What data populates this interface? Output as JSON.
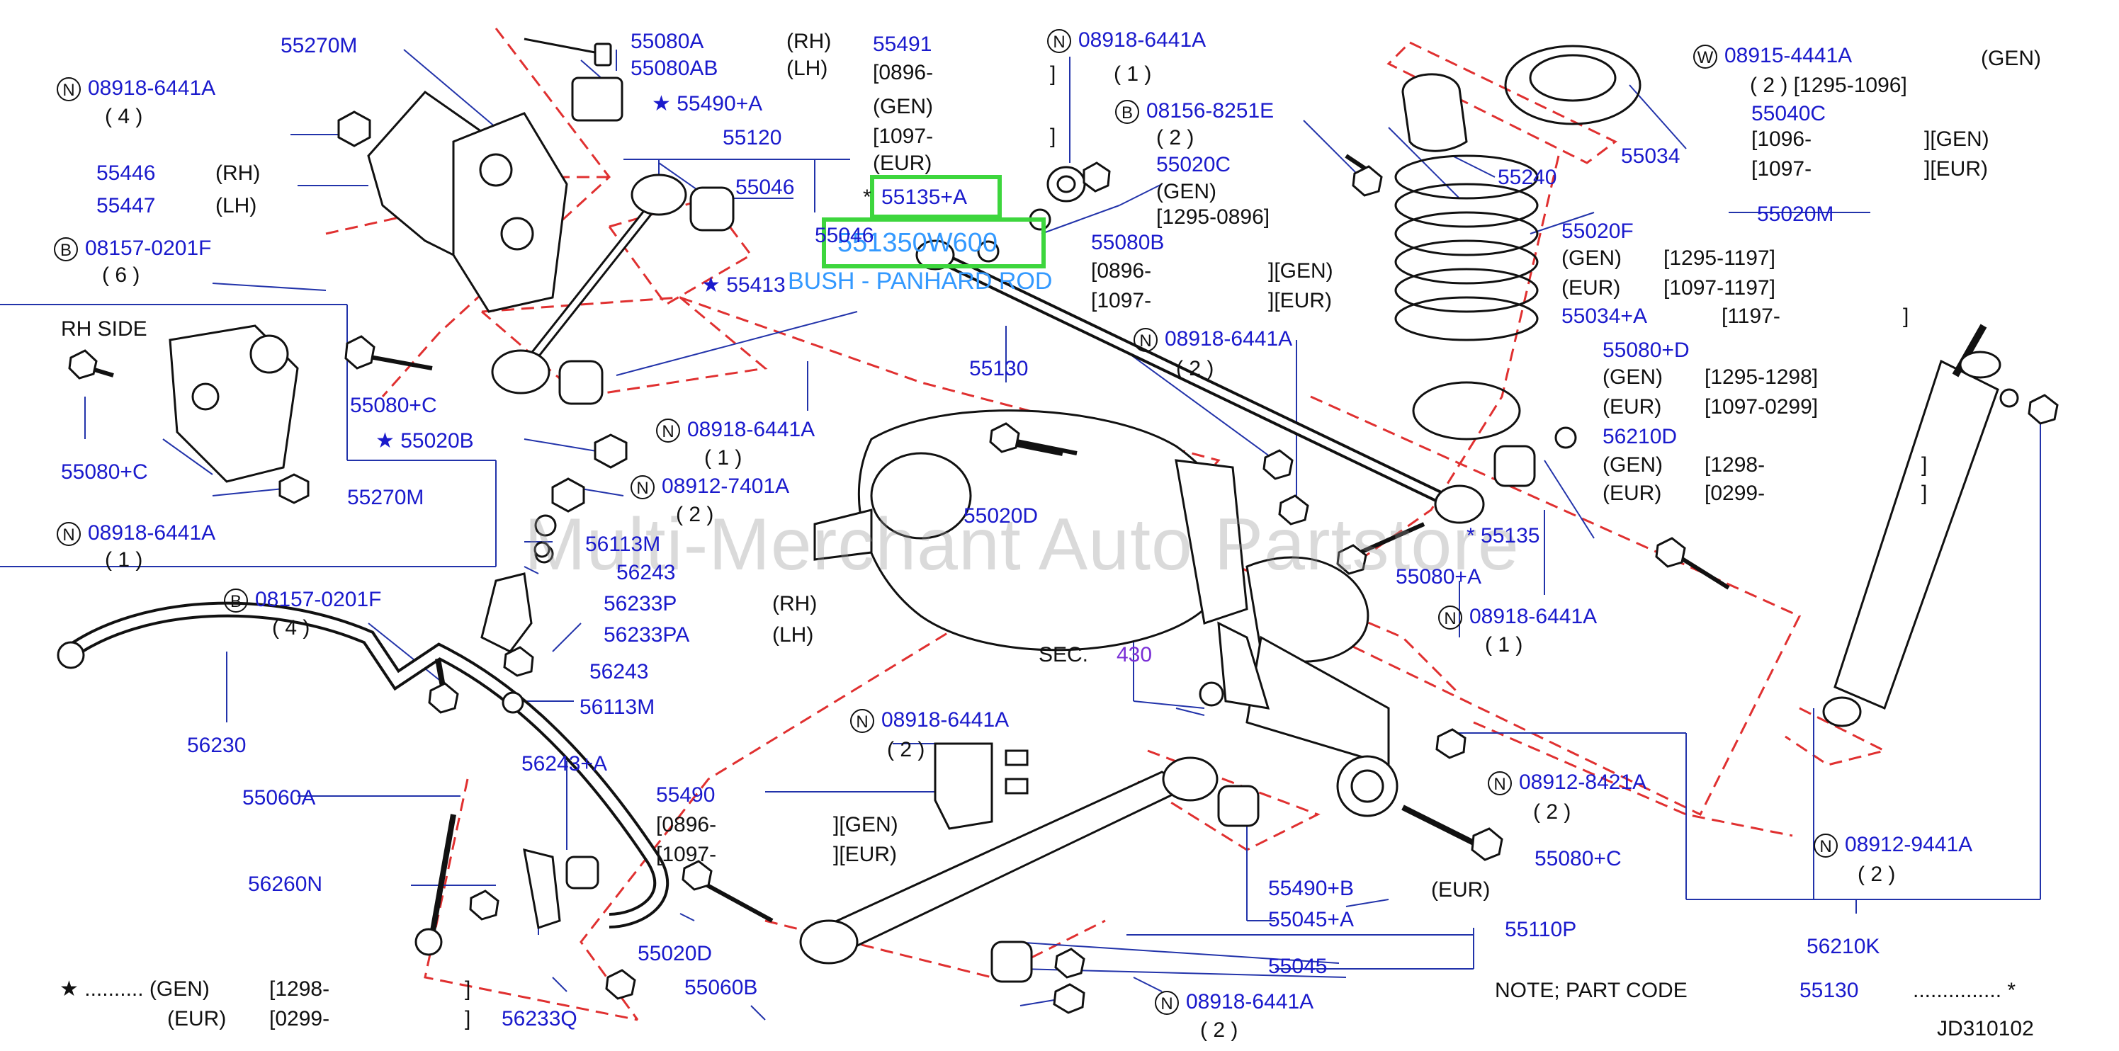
{
  "diagram_code": "JD310102",
  "watermark": "Multi-Merchant Auto Partstore",
  "highlight": {
    "code": "551350W600",
    "part": "55135+A",
    "description": "BUSH - PANHARD ROD",
    "marker": "*"
  },
  "labels": {
    "p55270M_top": "55270M",
    "p55080A": "55080A",
    "p55080AB": "55080AB",
    "rh1": "(RH)",
    "lh1": "(LH)",
    "p55491": "55491",
    "p55491_r1": "[0896-",
    "p55491_r2": "(GEN)",
    "p55491_r3": "[1097-",
    "p55491_r4": "(EUR)",
    "n_top_sym": "N",
    "n_top": "08918-6441A",
    "n_top_qty": "( 1 )",
    "n_top_bracket": "]",
    "n_top_bracket2": "]",
    "w_sym": "W",
    "w_code": "08915-4441A",
    "w_gen": "(GEN)",
    "w_qty": "( 2 ) [1295-1096]",
    "p55040C": "55040C",
    "p55040C_r1": "[1096-",
    "p55040C_g1": "][GEN)",
    "p55040C_r2": "[1097-",
    "p55040C_g2": "][EUR)",
    "n_left_sym": "N",
    "n_left": "08918-6441A",
    "n_left_qty": "( 4 )",
    "star_55490A": "★ 55490+A",
    "p55120": "55120",
    "b_sym1": "B",
    "b_code1": "08156-8251E",
    "b_qty1": "( 2 )",
    "p55020C": "55020C",
    "p55020C_gen": "(GEN)",
    "p55020C_r": "[1295-0896]",
    "p55034": "55034",
    "p55240": "55240",
    "p55446": "55446",
    "p55446_rh": "(RH)",
    "p55447": "55447",
    "p55447_lh": "(LH)",
    "p55046": "55046",
    "p55046b": "55046",
    "p55020M": "55020M",
    "b_sym2": "B",
    "b_code2": "08157-0201F",
    "b_qty2": "( 6 )",
    "p55080B": "55080B",
    "p55080B_r1": "[0896-",
    "p55080B_g1": "][GEN)",
    "p55080B_r2": "[1097-",
    "p55080B_g2": "][EUR)",
    "p55020F": "55020F",
    "p55020F_gen": "(GEN)",
    "p55020F_r1": "[1295-1197]",
    "p55020F_eur": "(EUR)",
    "p55020F_r2": "[1097-1197]",
    "p55034A": "55034+A",
    "p55034A_r": "[1197-",
    "p55034A_end": "]",
    "star_55413": "★ 55413",
    "rh_side": "RH   SIDE",
    "p55130": "55130",
    "n_mid_sym": "N",
    "n_mid": "08918-6441A",
    "n_mid_qty": "( 2 )",
    "p55080D": "55080+D",
    "p55080D_gen": "(GEN)",
    "p55080D_r1": "[1295-1298]",
    "p55080D_eur": "(EUR)",
    "p55080D_r2": "[1097-0299]",
    "p56210D": "56210D",
    "p56210D_gen": "(GEN)",
    "p56210D_r1": "[1298-",
    "p56210D_eur": "(EUR)",
    "p56210D_r2": "[0299-",
    "p56210D_end1": "]",
    "p56210D_end2": "]",
    "p55080C_left": "55080+C",
    "star_55020B": "★ 55020B",
    "n_center_sym": "N",
    "n_center": "08918-6441A",
    "n_center_qty": "( 1 )",
    "p55080C_left2": "55080+C",
    "p55270M_bottom": "55270M",
    "n_912_sym": "N",
    "n_912": "08912-7401A",
    "n_912_qty": "( 2 )",
    "p55020D_mid": "55020D",
    "n_left2_sym": "N",
    "n_left2": "08918-6441A",
    "n_left2_qty": "( 1 )",
    "p56113M_top": "56113M",
    "p56243_top": "56243",
    "p55135": "* 55135",
    "p55080A_plus": "55080+A",
    "b_sym3": "B",
    "b_code3": "08157-0201F",
    "b_qty3": "( 4 )",
    "p56233P": "56233P",
    "p56233P_rh": "(RH)",
    "p56233PA": "56233PA",
    "p56233PA_lh": "(LH)",
    "sec": "SEC.",
    "sec_num": "430",
    "n_right_sym": "N",
    "n_right": "08918-6441A",
    "n_right_qty": "( 1 )",
    "p56243_mid": "56243",
    "p56230": "56230",
    "p56113M_mid": "56113M",
    "n_bot_sym": "N",
    "n_bot": "08918-6441A",
    "n_bot_qty": "( 2 )",
    "p55060A": "55060A",
    "p56243A": "56243+A",
    "p55490": "55490",
    "p55490_r1": "[0896-",
    "p55490_r2": "[1097-",
    "p55490_g1": "][GEN)",
    "p55490_g2": "][EUR)",
    "n_8421_sym": "N",
    "n_8421": "08912-8421A",
    "n_8421_qty": "( 2 )",
    "p55080C_right": "55080+C",
    "n_9441_sym": "N",
    "n_9441": "08912-9441A",
    "n_9441_qty": "( 2 )",
    "p56260N": "56260N",
    "p55490B": "55490+B",
    "eur": "(EUR)",
    "p55045A": "55045+A",
    "p55110P": "55110P",
    "p56210K": "56210K",
    "p55020D_bot": "55020D",
    "p55045": "55045",
    "star_legend1": "★ .......... (GEN)",
    "star_legend1_r": "[1298-",
    "star_legend1_end": "]",
    "star_legend2": "(EUR)",
    "star_legend2_r": "[0299-",
    "star_legend2_end": "]",
    "p55060B": "55060B",
    "p56233Q": "56233Q",
    "n_last_sym": "N",
    "n_last": "08918-6441A",
    "n_last_qty": "( 2 )",
    "note": "NOTE;   PART   CODE",
    "note_code": "55130",
    "note_dots": "............... *"
  }
}
